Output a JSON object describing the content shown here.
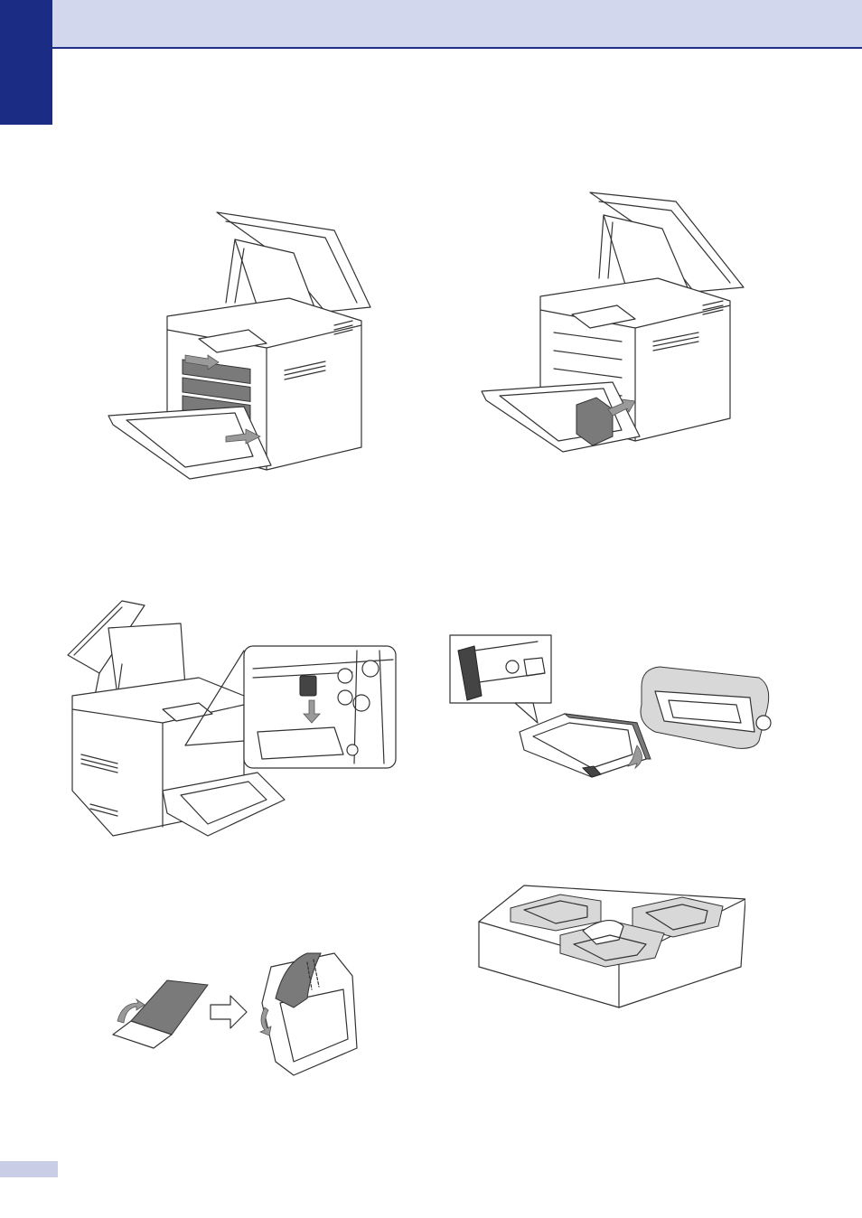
{
  "page": {
    "header": {},
    "figures": [
      {
        "id": "fig1",
        "subject": "printer-open-with-drum-cartridges"
      },
      {
        "id": "fig2",
        "subject": "printer-open-inserting-waste-toner-box"
      },
      {
        "id": "fig3",
        "subject": "printer-with-detail-inset-lever"
      },
      {
        "id": "fig4",
        "subject": "drum-unit-and-packaged-drum-with-inset"
      },
      {
        "id": "fig5",
        "subject": "sheet-attached-to-waste-toner-box"
      },
      {
        "id": "fig6",
        "subject": "packing-tray-with-cartridges"
      }
    ]
  },
  "colors": {
    "header_band": "#d3d7ee",
    "header_rule": "#1f2f86",
    "chapter_tab": "#1b2c84",
    "footer_tab": "#c9cde6"
  }
}
